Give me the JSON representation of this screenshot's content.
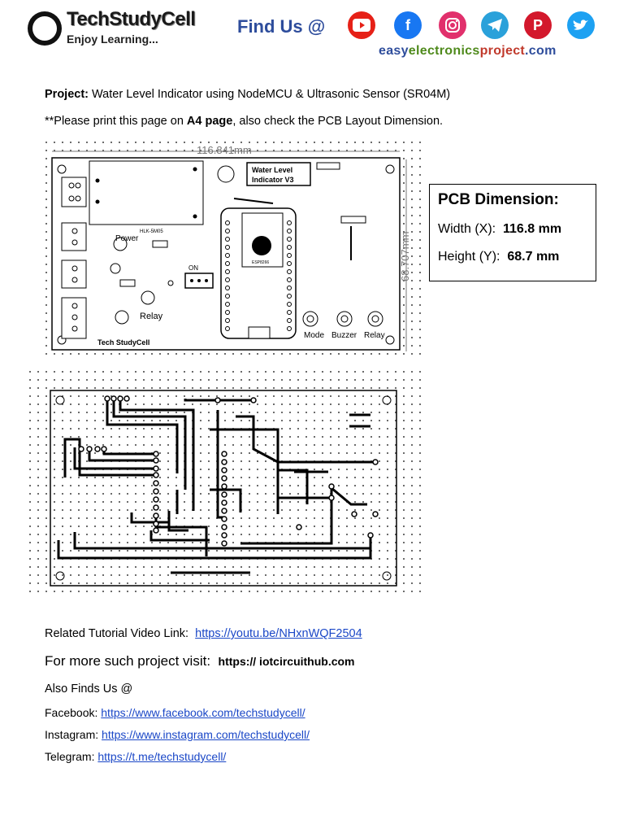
{
  "header": {
    "brand_name": "TechStudyCell",
    "tagline": "Enjoy Learning...",
    "find_us": "Find Us @",
    "site_part1": "easy",
    "site_part2": "electronics",
    "site_part3": "project",
    "site_part4": ".com",
    "social_icons": [
      "youtube-icon",
      "facebook-icon",
      "instagram-icon",
      "telegram-icon",
      "pinterest-icon",
      "twitter-icon"
    ]
  },
  "project": {
    "label": "Project:",
    "title": "Water Level Indicator using NodeMCU & Ultrasonic Sensor (SR04M)",
    "note_prefix": "**Please print this page on ",
    "note_bold": "A4 page",
    "note_suffix": ", also check the PCB Layout Dimension."
  },
  "pcb_top": {
    "width_dim": "116.841mm",
    "height_dim": "68.707mm",
    "board_title_1": "Water Level",
    "board_title_2": "Indicator V3",
    "brand": "Tech StudyCell",
    "labels": {
      "power": "Power",
      "relay": "Relay",
      "on": "ON",
      "mode": "Mode",
      "buzzer": "Buzzer",
      "relay_btn": "Relay",
      "esp": "ESP8266"
    }
  },
  "dimension_box": {
    "title": "PCB Dimension:",
    "width_label": "Width (X):",
    "width_value": "116.8 mm",
    "height_label": "Height (Y):",
    "height_value": "68.7 mm"
  },
  "links": {
    "video_label": "Related Tutorial Video Link:",
    "video_url": "https://youtu.be/NHxnWQF2504",
    "more_label": "For more such project visit:",
    "more_url": "https:// iotcircuithub.com",
    "also_find": "Also Finds Us @",
    "facebook_label": "Facebook:",
    "facebook_url": "https://www.facebook.com/techstudycell/",
    "instagram_label": "Instagram:",
    "instagram_url": "https://www.instagram.com/techstudycell/",
    "telegram_label": "Telegram:",
    "telegram_url": "https://t.me/techstudycell/"
  },
  "colors": {
    "brand_blue": "#2e4d9c",
    "link_blue": "#1a47c7",
    "youtube": "#e62117",
    "facebook": "#1877f2",
    "instagram": "#e1306c",
    "telegram": "#2aa1da",
    "pinterest": "#d3182c",
    "twitter": "#1da1f2"
  }
}
